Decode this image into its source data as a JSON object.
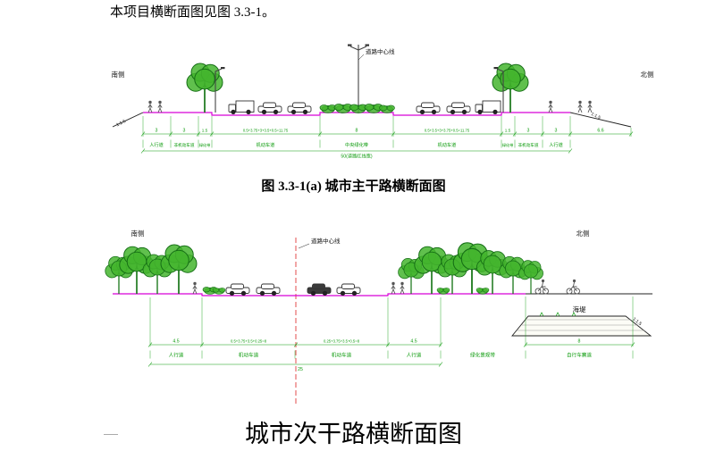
{
  "page": {
    "intro": "本项目横断面图见图 3.3-1。",
    "caption1": "图 3.3-1(a) 城市主干路横断面图",
    "caption2": "城市次干路横断面图"
  },
  "colors": {
    "dimension_green": "#0a9a0a",
    "road_line_magenta": "#d800d8",
    "centerline_red": "#e03a3a",
    "tree_green": "#44b52e"
  },
  "fig1": {
    "south": "南侧",
    "north": "北侧",
    "centerline": "道路中心线",
    "slope_left": "1:1.5",
    "slope_right": "1:1.5",
    "right_dim": "6.6",
    "total": "50(道路红线宽)",
    "segments": [
      {
        "dim": "3",
        "label": "人行道"
      },
      {
        "dim": "3",
        "label": "非机动车道"
      },
      {
        "dim": "1.5",
        "label": "绿化带"
      },
      {
        "dim": "0.5+3.75+3+3.5+0.5=11.75",
        "label": "机动车道"
      },
      {
        "dim": "8",
        "label": "中央绿化带"
      },
      {
        "dim": "0.5+3.5+3+3.75+0.5=11.75",
        "label": "机动车道"
      },
      {
        "dim": "1.5",
        "label": "绿化带"
      },
      {
        "dim": "3",
        "label": "非机动车道"
      },
      {
        "dim": "3",
        "label": "人行道"
      }
    ]
  },
  "fig2": {
    "south": "南侧",
    "north": "北侧",
    "centerline": "道路中心线",
    "seawall": "海堤",
    "slope_right": "1:1.5",
    "total": "25",
    "segments": [
      {
        "dim": "4.5",
        "label": "人行道"
      },
      {
        "dim": "0.5+3.75+3.5+0.25=8",
        "label": "机动车道"
      },
      {
        "dim": "0.25+3.75+3.5+0.5=8",
        "label": "机动车道"
      },
      {
        "dim": "4.5",
        "label": "人行道"
      },
      {
        "dim": "",
        "label": "绿化景观带"
      },
      {
        "dim": "8",
        "label": "自行车赛道"
      }
    ]
  }
}
